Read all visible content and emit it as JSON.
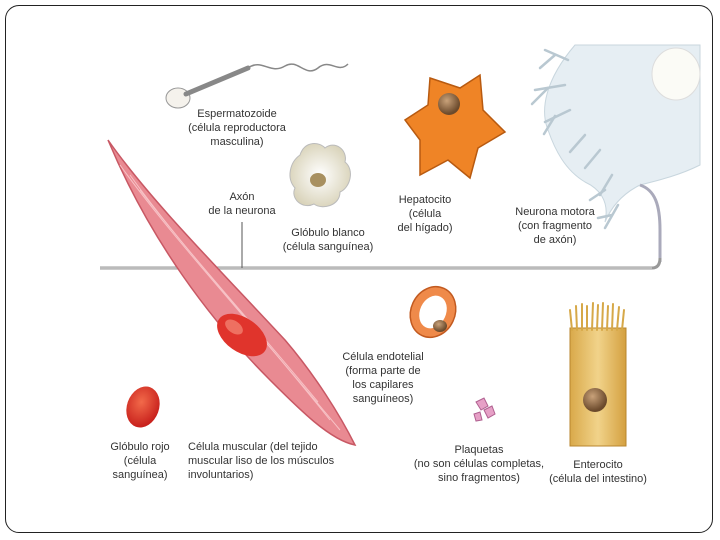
{
  "labels": {
    "espermatozoide": "Espermatozoide\n(célula reproductora\nmasculina)",
    "axon": "Axón\nde la neurona",
    "globulo_blanco": "Glóbulo blanco\n(célula sanguínea)",
    "hepatocito": "Hepatocito\n(célula\ndel hígado)",
    "neurona_motora": "Neurona motora\n(con fragmento\nde axón)",
    "celula_endotelial": "Célula endotelial\n(forma parte de\nlos capilares\nsanguíneos)",
    "globulo_rojo": "Glóbulo rojo\n(célula\nsanguínea)",
    "celula_muscular": "Célula muscular (del tejido\nmuscular liso de los músculos\ninvoluntarios)",
    "plaquetas": "Plaquetas\n(no son células completas,\nsino fragmentos)",
    "enterocito": "Enterocito\n(célula del intestino)"
  },
  "colors": {
    "muscle": "#e98a92",
    "nucleus_red": "#e0342c",
    "hepatocyte": "#ef8426",
    "neuron": "#e8f0f5",
    "enterocyte": "#e9c46a"
  }
}
